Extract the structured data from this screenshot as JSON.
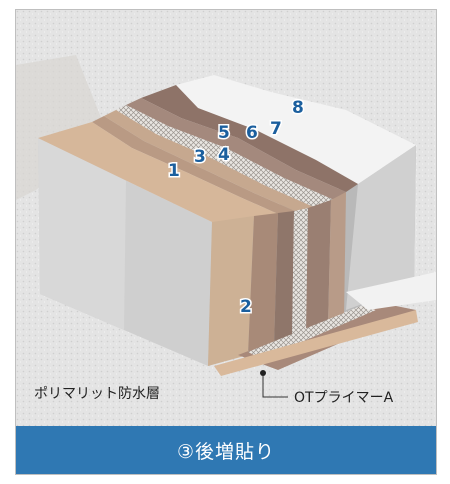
{
  "numbers": [
    "1",
    "2",
    "3",
    "4",
    "5",
    "6",
    "7",
    "8"
  ],
  "labels": {
    "membrane": "ポリマリット防水層",
    "primer": "OTプライマーA"
  },
  "caption": "③後増貼り",
  "colors": {
    "number_text": "#1b5f9e",
    "caption_bar": "#2f78b3",
    "caption_text": "#ffffff"
  }
}
